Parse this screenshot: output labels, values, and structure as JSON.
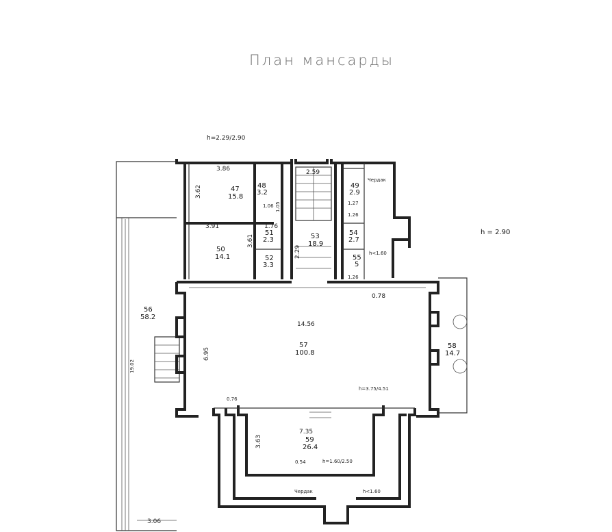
{
  "title": "План мансарды",
  "height_top": "h=2.29/2.90",
  "height_right": "h  =  2.90",
  "rooms": [
    {
      "id": "47",
      "area": "15.8"
    },
    {
      "id": "48",
      "area": "3.2"
    },
    {
      "id": "49",
      "area": "2.9"
    },
    {
      "id": "50",
      "area": "14.1"
    },
    {
      "id": "51",
      "area": "2.3"
    },
    {
      "id": "52",
      "area": "3.3"
    },
    {
      "id": "53",
      "area": "18.9"
    },
    {
      "id": "54",
      "area": "2.7"
    },
    {
      "id": "55",
      "area": "5"
    },
    {
      "id": "56",
      "area": "58.2"
    },
    {
      "id": "57",
      "area": "100.8"
    },
    {
      "id": "58",
      "area": "14.7"
    },
    {
      "id": "59",
      "area": "26.4"
    }
  ],
  "dimensions": {
    "d386": "3.86",
    "d362": "3.62",
    "d259": "2.59",
    "d391": "3.91",
    "d176": "1.76",
    "d361": "3.61",
    "d229": "2.29",
    "d127": "1.27",
    "d126a": "1.26",
    "d126b": "1.26",
    "d078": "0.78",
    "d1456": "14.56",
    "d695": "6.95",
    "d1902": "19.02",
    "d076": "0.76",
    "d735": "7.35",
    "d363": "3.63",
    "d054": "0.54",
    "d306": "3.06",
    "d105": "1.05",
    "d106": "1.06"
  },
  "notes": {
    "cherdak_top": "Чердак",
    "cherdak_bottom": "Чердак",
    "h160_right": "h<1.60",
    "h160_bottom": "h<1.60",
    "h_main": "h=3.75/4.51",
    "h_59": "h=1.60/2.50"
  }
}
